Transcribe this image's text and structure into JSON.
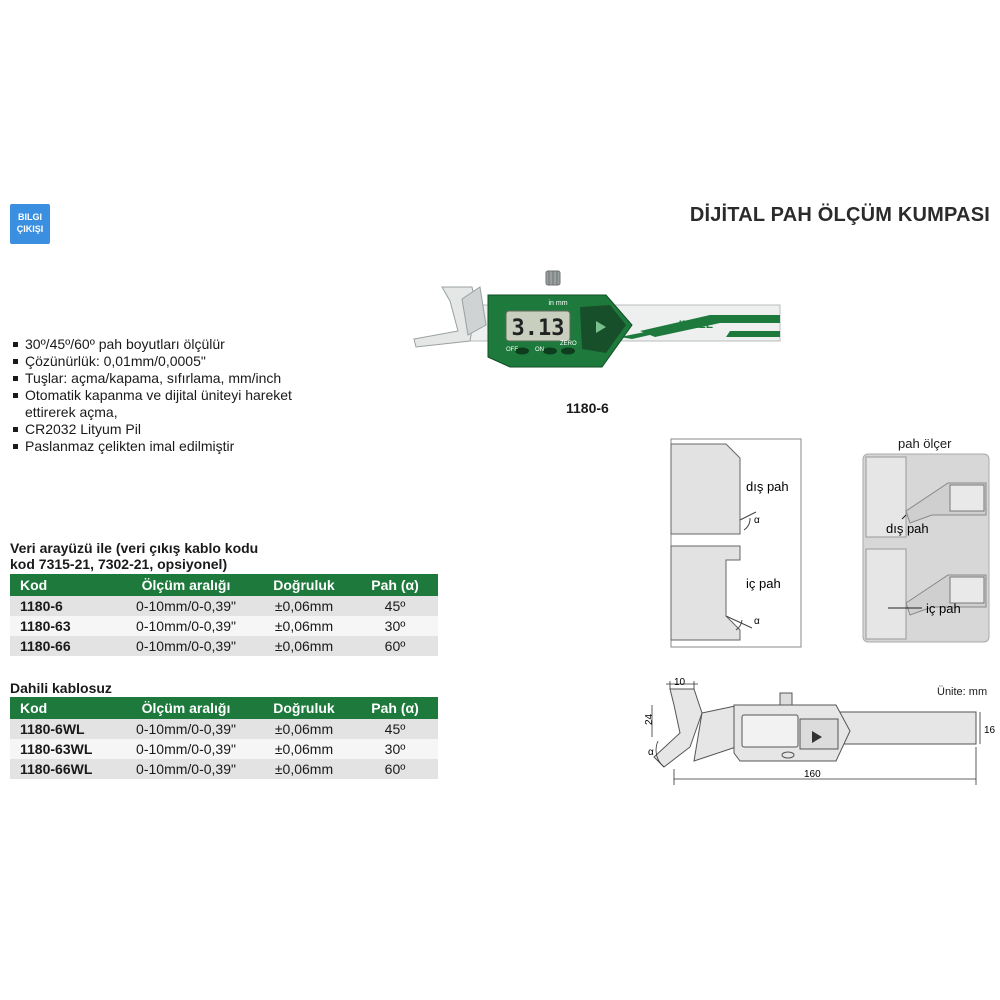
{
  "badge": {
    "line1": "BILGI",
    "line2": "ÇIKIŞI"
  },
  "title": "DİJİTAL PAH ÖLÇÜM KUMPASI",
  "features": [
    "30º/45º/60º pah boyutları ölçülür",
    "Çözünürlük: 0,01mm/0,0005\"",
    "Tuşlar: açma/kapama, sıfırlama, mm/inch",
    "Otomatik kapanma ve dijital üniteyi hareket ettirerek açma,",
    "CR2032 Lityum Pil",
    "Paslanmaz çelikten imal edilmiştir"
  ],
  "product": {
    "model_label": "1180-6",
    "brand": "INSIZE",
    "display_value": "3.13",
    "display_units": "in   mm",
    "buttons": {
      "off": "OFF",
      "on": "ON",
      "zero": "ZERO"
    },
    "colors": {
      "body": "#1e7a3c",
      "accent": "#1e7a3c"
    }
  },
  "table1": {
    "title_line1": "Veri arayüzü ile (veri çıkış kablo kodu",
    "title_line2": "kod 7315-21, 7302-21, opsiyonel)",
    "headers": [
      "Kod",
      "Ölçüm aralığı",
      "Doğruluk",
      "Pah (α)"
    ],
    "rows": [
      [
        "1180-6",
        "0-10mm/0-0,39\"",
        "±0,06mm",
        "45º"
      ],
      [
        "1180-63",
        "0-10mm/0-0,39\"",
        "±0,06mm",
        "30º"
      ],
      [
        "1180-66",
        "0-10mm/0-0,39\"",
        "±0,06mm",
        "60º"
      ]
    ]
  },
  "table2": {
    "title": "Dahili kablosuz",
    "headers": [
      "Kod",
      "Ölçüm aralığı",
      "Doğruluk",
      "Pah (α)"
    ],
    "rows": [
      [
        "1180-6WL",
        "0-10mm/0-0,39\"",
        "±0,06mm",
        "45º"
      ],
      [
        "1180-63WL",
        "0-10mm/0-0,39\"",
        "±0,06mm",
        "30º"
      ],
      [
        "1180-66WL",
        "0-10mm/0-0,39\"",
        "±0,06mm",
        "60º"
      ]
    ]
  },
  "diagram_left": {
    "outer": "dış pah",
    "inner": "iç pah",
    "alpha": "α"
  },
  "diagram_right": {
    "title": "pah ölçer",
    "outer": "dış pah",
    "inner": "iç pah"
  },
  "dimensions": {
    "unit": "Ünite: mm",
    "d10": "10",
    "d24": "24",
    "d16": "16",
    "d160": "160",
    "alpha": "α"
  }
}
